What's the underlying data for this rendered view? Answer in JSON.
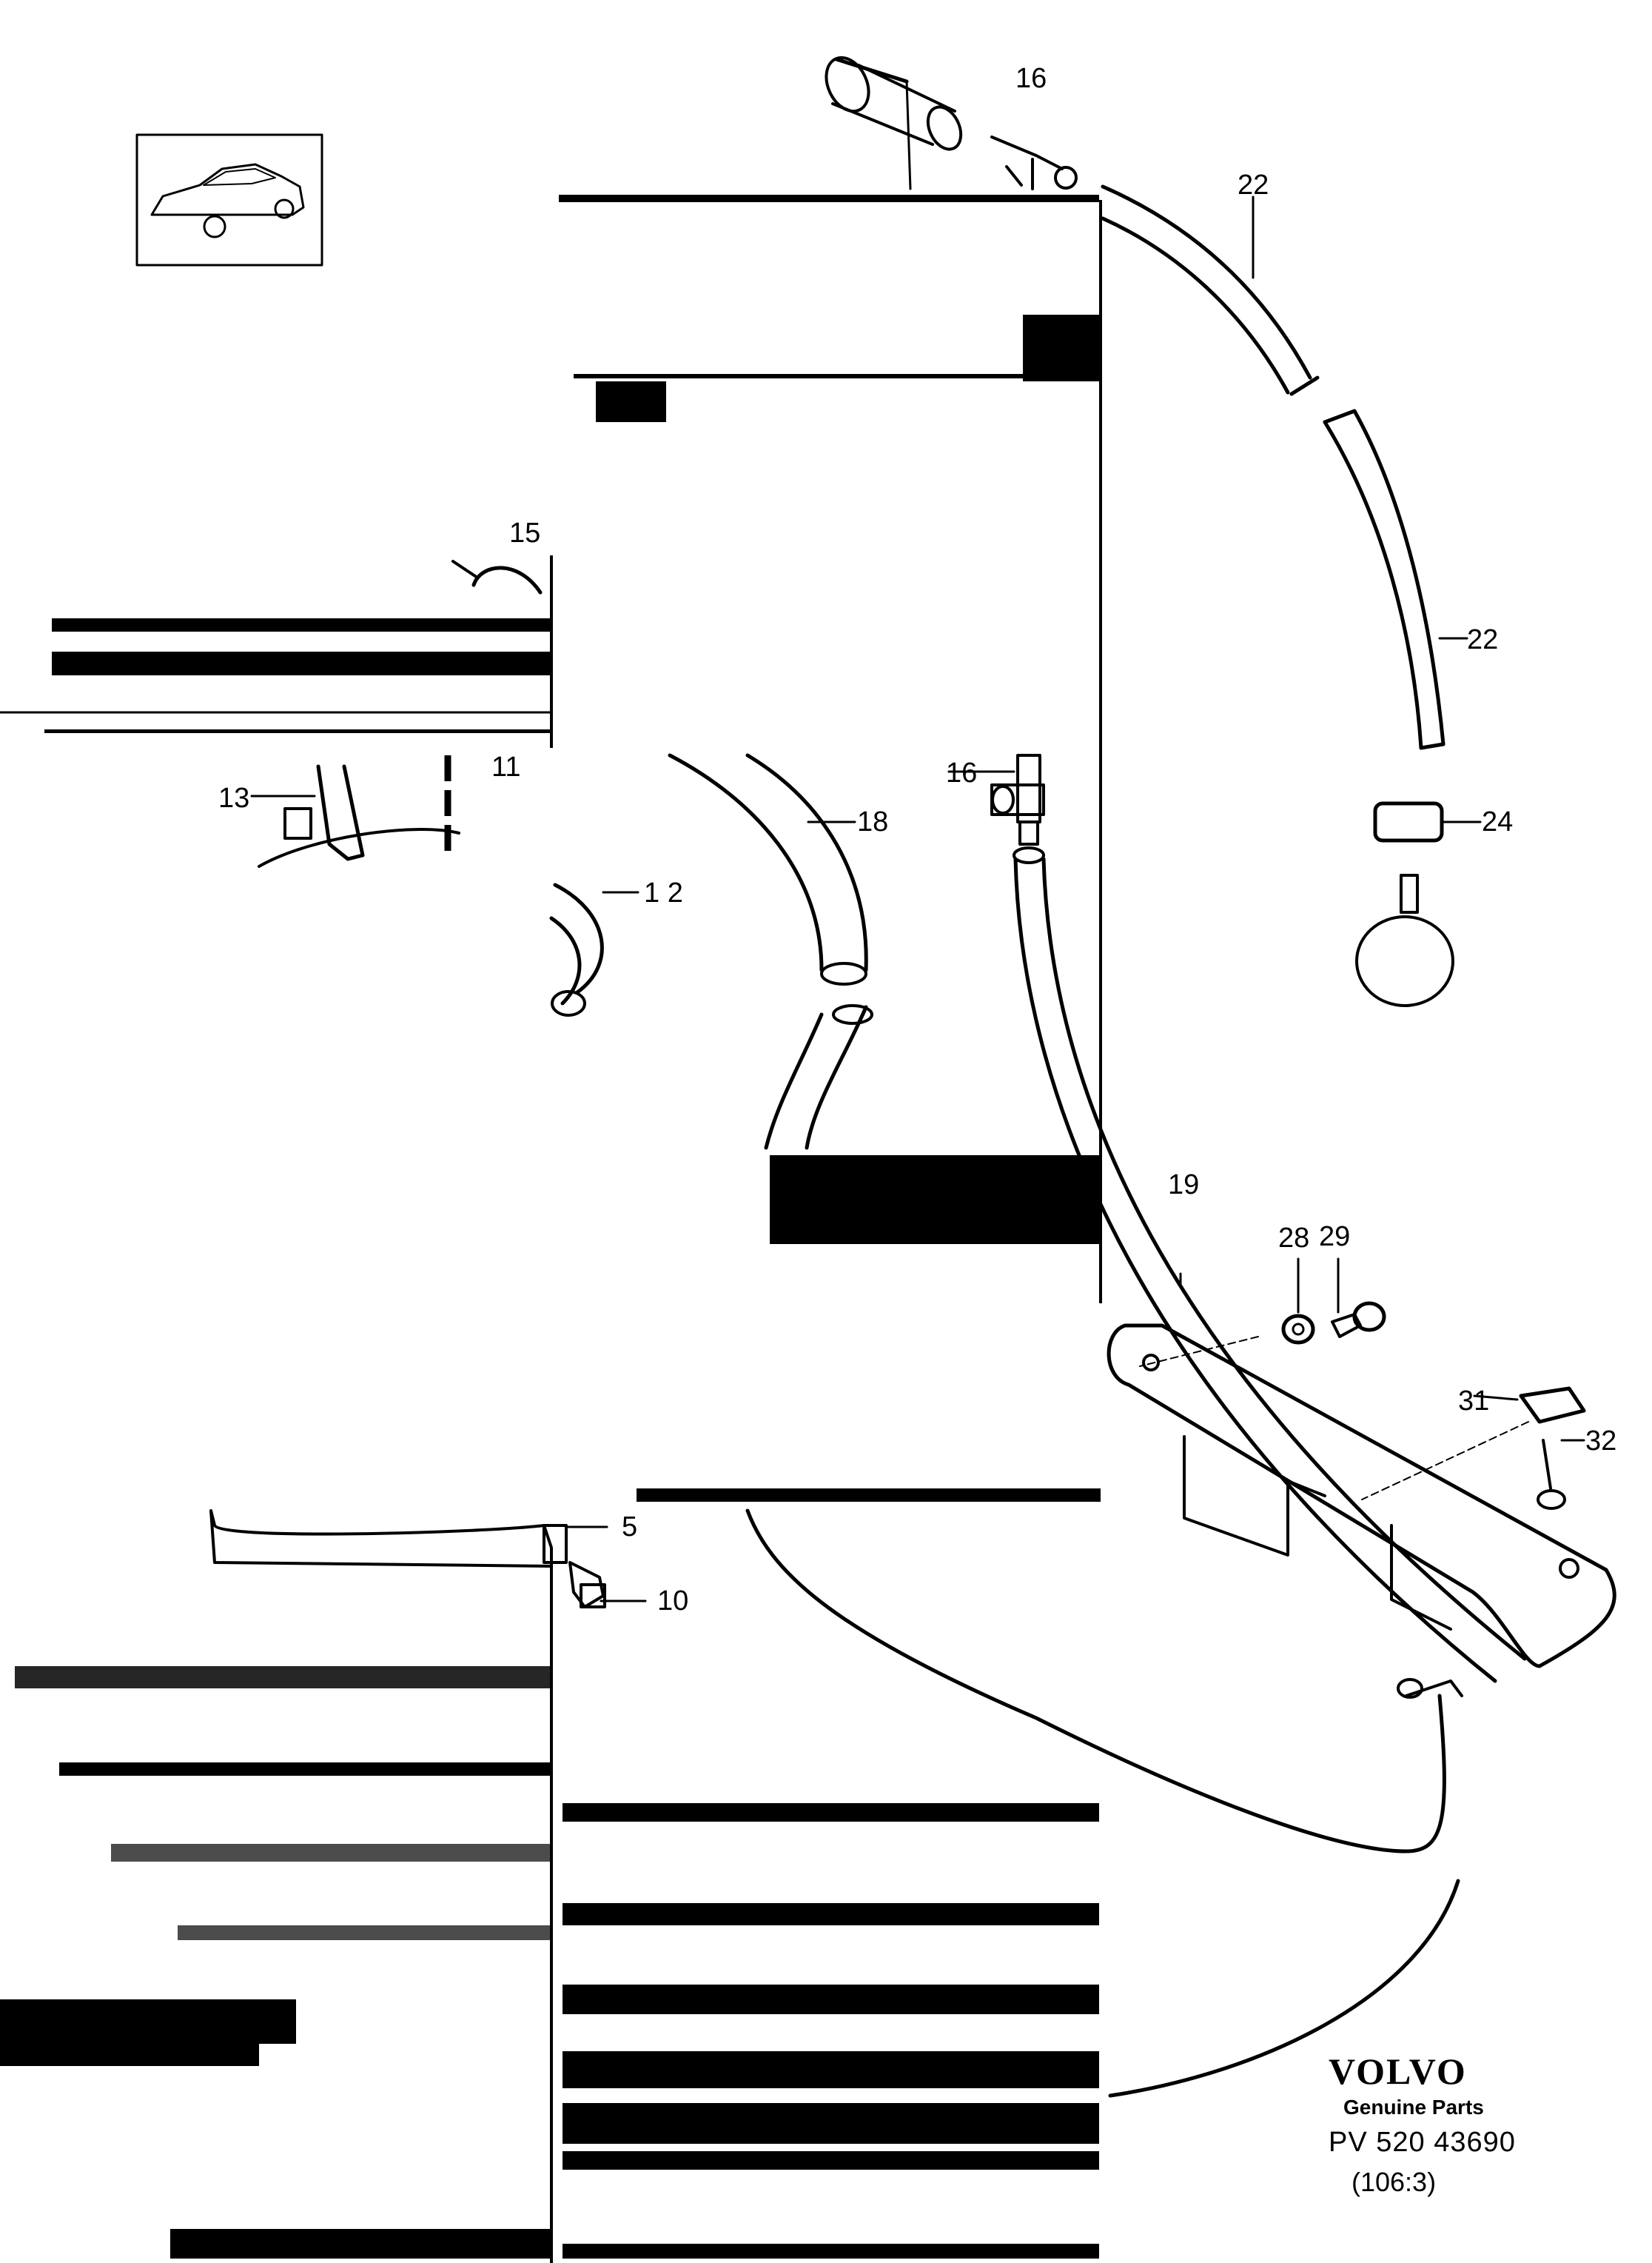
{
  "diagram": {
    "callouts": {
      "c5": "5",
      "c10": "10",
      "c11": "11",
      "c12": "1 2",
      "c13": "13",
      "c15": "15",
      "c16a": "16",
      "c16b": "16",
      "c18": "18",
      "c19": "19",
      "c22a": "22",
      "c22b": "22",
      "c24": "24",
      "c28": "28",
      "c29": "29",
      "c31": "31",
      "c32": "32"
    }
  },
  "footer": {
    "brand_logo": "VOLVO",
    "brand_tagline": "Genuine Parts",
    "ref_code": "PV 520 43690",
    "ref_sub": "(106:3)"
  }
}
